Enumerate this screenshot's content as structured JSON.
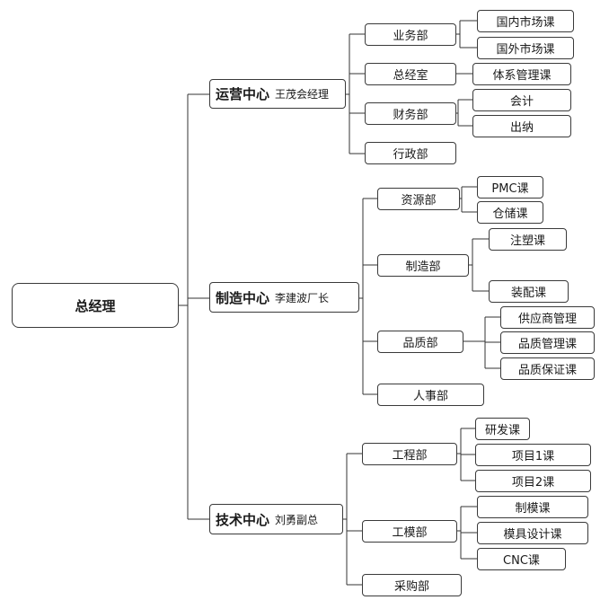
{
  "root": "总经理",
  "centers": [
    {
      "name": "运营中心",
      "person": "王茂会经理",
      "departments": [
        {
          "name": "业务部",
          "sections": [
            "国内市场课",
            "国外市场课"
          ]
        },
        {
          "name": "总经室",
          "sections": [
            "体系管理课"
          ]
        },
        {
          "name": "财务部",
          "sections": [
            "会计",
            "出纳"
          ]
        },
        {
          "name": "行政部",
          "sections": []
        }
      ]
    },
    {
      "name": "制造中心",
      "person": "李建波厂长",
      "departments": [
        {
          "name": "资源部",
          "sections": [
            "PMC课",
            "仓储课"
          ]
        },
        {
          "name": "制造部",
          "sections": [
            "注塑课",
            "装配课"
          ]
        },
        {
          "name": "品质部",
          "sections": [
            "供应商管理",
            "品质管理课",
            "品质保证课"
          ]
        },
        {
          "name": "人事部",
          "sections": []
        }
      ]
    },
    {
      "name": "技术中心",
      "person": "刘勇副总",
      "departments": [
        {
          "name": "工程部",
          "sections": [
            "研发课",
            "项目1课",
            "项目2课"
          ]
        },
        {
          "name": "工模部",
          "sections": [
            "制模课",
            "模具设计课",
            "CNC课"
          ]
        },
        {
          "name": "采购部",
          "sections": []
        }
      ]
    }
  ]
}
